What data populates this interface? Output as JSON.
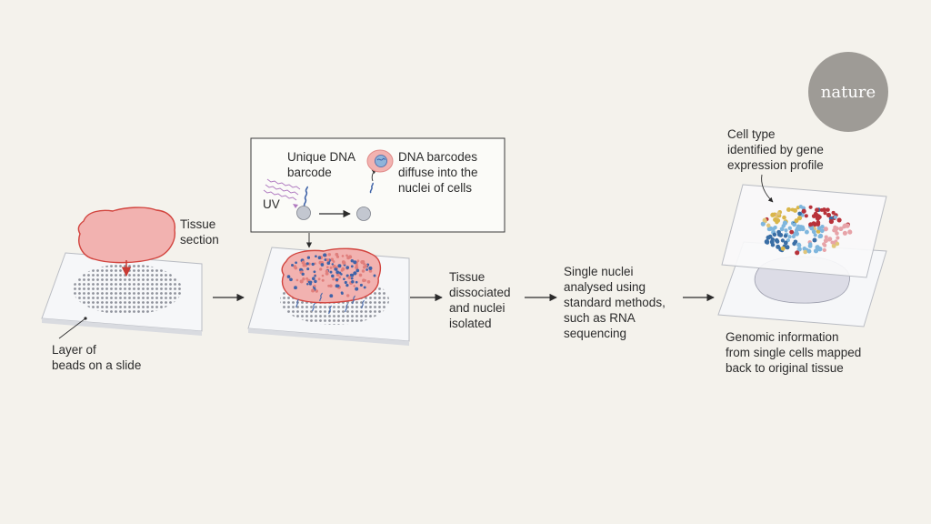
{
  "logo": "nature",
  "labels": {
    "tissue_section": [
      "Tissue",
      "section"
    ],
    "beads_layer": [
      "Layer of",
      "beads on a slide"
    ],
    "unique_barcode": [
      "Unique DNA",
      "barcode"
    ],
    "uv": "UV",
    "barcodes_diffuse": [
      "DNA barcodes",
      "diffuse into the",
      "nuclei of cells"
    ],
    "dissociated": [
      "Tissue",
      "dissociated",
      "and nuclei",
      "isolated"
    ],
    "single_nuclei": [
      "Single nuclei",
      "analysed using",
      "standard methods,",
      "such as RNA",
      "sequencing"
    ],
    "cell_type": [
      "Cell type",
      "identified by gene",
      "expression profile"
    ],
    "genomic": [
      "Genomic information",
      "from single cells mapped",
      "back to original tissue"
    ]
  },
  "colors": {
    "background": "#f4f2ec",
    "tissue": "#f2b2b0",
    "tissue_outline": "#d2443e",
    "beads": "#8f929b",
    "barcode": "#3f63a8",
    "uv": "#b07ac0",
    "cell_palette": [
      "#d9b64a",
      "#b8323a",
      "#3a6ea5",
      "#7fb6dd",
      "#e7a3a8",
      "#e1c67a"
    ]
  }
}
